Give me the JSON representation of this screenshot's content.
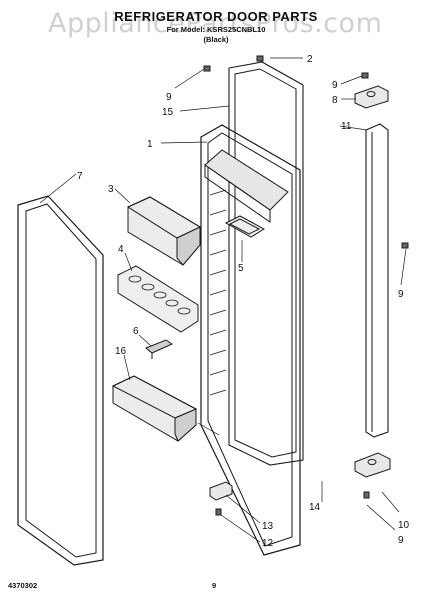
{
  "title": "REFRIGERATOR DOOR PARTS",
  "model_line": "For Model: KSRS25CNBL10",
  "color_line": "(Black)",
  "watermark": "AppliancePartsPros.com",
  "document_number": "4370302",
  "page_number": "9",
  "callouts": [
    "1",
    "2",
    "3",
    "4",
    "5",
    "6",
    "7",
    "8",
    "9",
    "9",
    "9",
    "9",
    "10",
    "11",
    "12",
    "13",
    "14",
    "15",
    "16"
  ],
  "colors": {
    "line": "#1a1a1a",
    "shade": "#cfcfcf",
    "dark": "#666666",
    "watermark": "#9a9a9a"
  }
}
